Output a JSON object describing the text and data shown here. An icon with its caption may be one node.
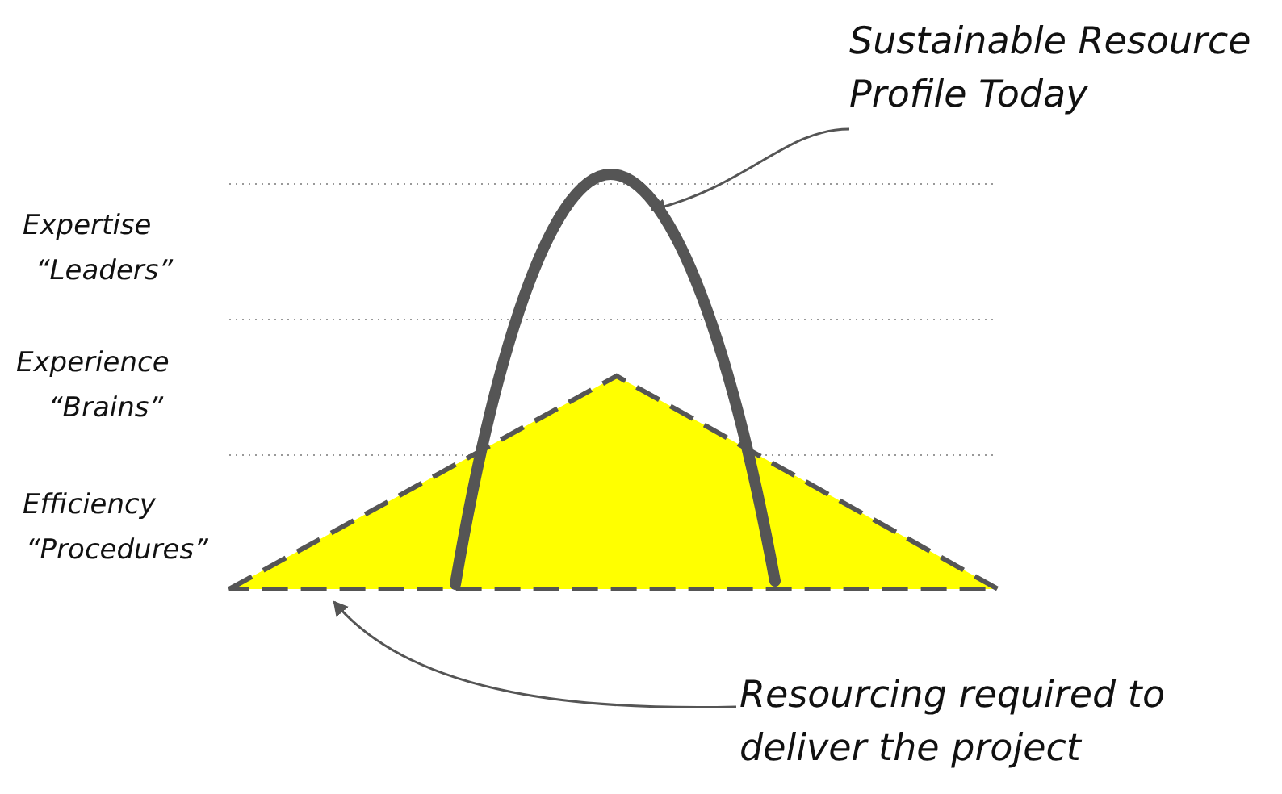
{
  "diagram": {
    "nodes": [
      {
        "text": [
          "Sustainable Resource Profile Today"
        ]
      },
      {
        "text": [],
        "shape": "curve"
      },
      {
        "text": [
          "Resourcing required to deliver the project"
        ]
      },
      {
        "text": [],
        "shape": "triangle"
      }
    ],
    "edges": [
      {
        "from": 0,
        "to": 1,
        "arrow": "to"
      },
      {
        "from": 2,
        "to": 3,
        "arrow": "to"
      }
    ],
    "labels": [
      "Expertise",
      "“Leaders”",
      "Experience",
      "“Brains”",
      "Efficiency",
      "“Procedures”"
    ]
  }
}
